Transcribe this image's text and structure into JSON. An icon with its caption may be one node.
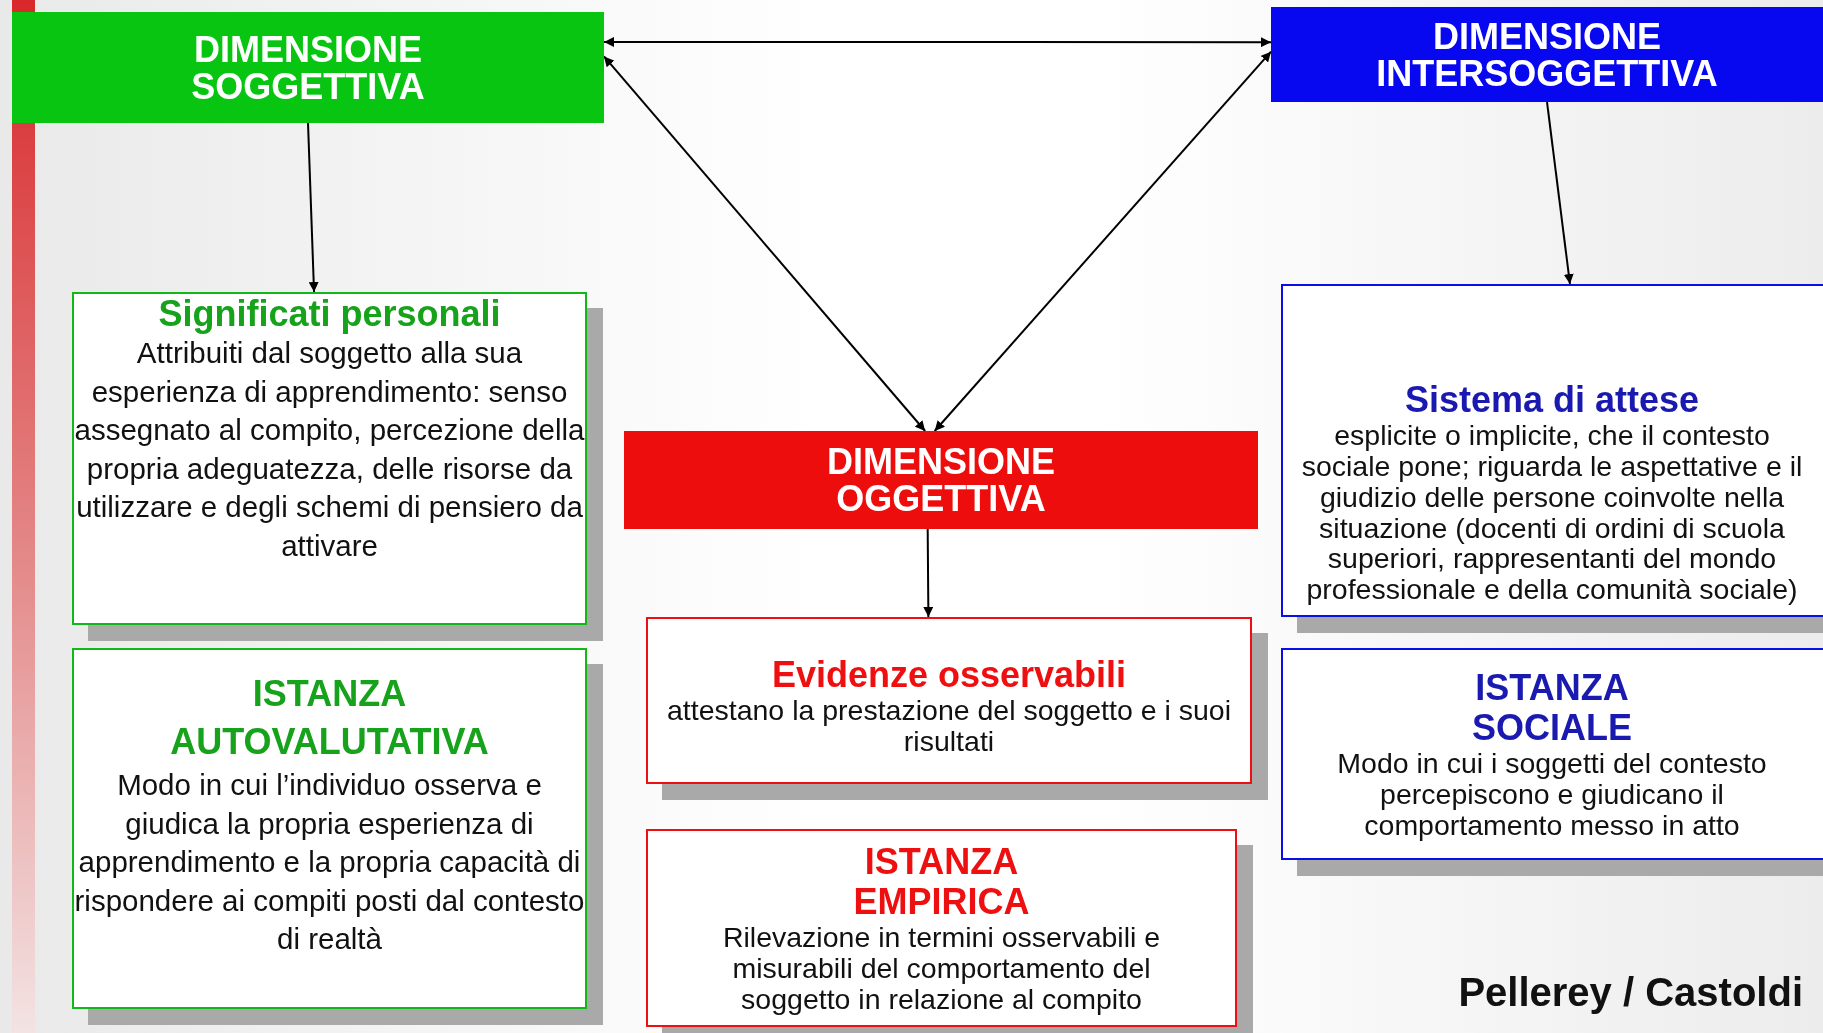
{
  "diagram": {
    "nodes": [
      {
        "text": [
          "DIMENSIONE SOGGETTIVA"
        ]
      },
      {
        "text": [
          "DIMENSIONE INTERSOGGETTIVA"
        ]
      },
      {
        "text": [
          "DIMENSIONE OGGETTIVA"
        ]
      },
      {
        "text": [
          "Significati personali",
          "Attribuiti dal soggetto alla sua esperienza di apprendimento: senso assegnato al compito, percezione della propria adeguatezza, delle risorse da utilizzare  e degli schemi di pensiero  da attivare"
        ]
      },
      {
        "text": [
          "ISTANZA AUTOVALUTATIVA",
          "Modo in cui l’individuo osserva e giudica la propria esperienza di apprendimento e la propria capacità di rispondere ai compiti posti dal contesto di realtà"
        ]
      },
      {
        "text": [
          "Sistema di attese",
          "esplicite o implicite, che il contesto sociale pone; riguarda le aspettative e il giudizio delle persone coinvolte nella situazione (docenti di ordini di scuola superiori, rappresentanti del mondo professionale e della comunità sociale)"
        ]
      },
      {
        "text": [
          "ISTANZA SOCIALE",
          "Modo in cui i soggetti del contesto percepiscono e giudicano il comportamento messo in atto"
        ]
      },
      {
        "text": [
          "Evidenze osservabili",
          "attestano la prestazione del soggetto e i suoi risultati"
        ]
      },
      {
        "text": [
          "ISTANZA EMPIRICA",
          "Rilevazione in termini osservabili e misurabili del comportamento del soggetto in relazione al compito"
        ]
      }
    ],
    "edges": [
      {
        "from": 0,
        "to": 1,
        "arrow": "both"
      },
      {
        "from": 0,
        "to": 2,
        "arrow": "both"
      },
      {
        "from": 1,
        "to": 2,
        "arrow": "both"
      },
      {
        "from": 0,
        "to": 3,
        "arrow": "to"
      },
      {
        "from": 1,
        "to": 5,
        "arrow": "to"
      },
      {
        "from": 2,
        "to": 7,
        "arrow": "to"
      }
    ],
    "labels": [
      "Pellerey / Castoldi"
    ]
  }
}
